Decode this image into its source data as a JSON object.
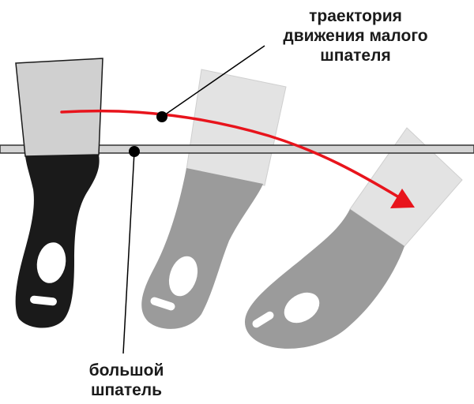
{
  "labels": {
    "trajectory_line1": "траектория",
    "trajectory_line2": "движения малого",
    "trajectory_line3": "шпателя",
    "big_spatula_line1": "большой",
    "big_spatula_line2": "шпатель"
  },
  "colors": {
    "trajectory": "#e8141c",
    "small_spatula_handle": "#1a1a1a",
    "ghost_handle": "#9b9b9b",
    "blade": "#d0d0d0",
    "ghost_blade": "#e3e3e3",
    "big_spatula": "#d4d4d4",
    "outline": "#333333"
  }
}
